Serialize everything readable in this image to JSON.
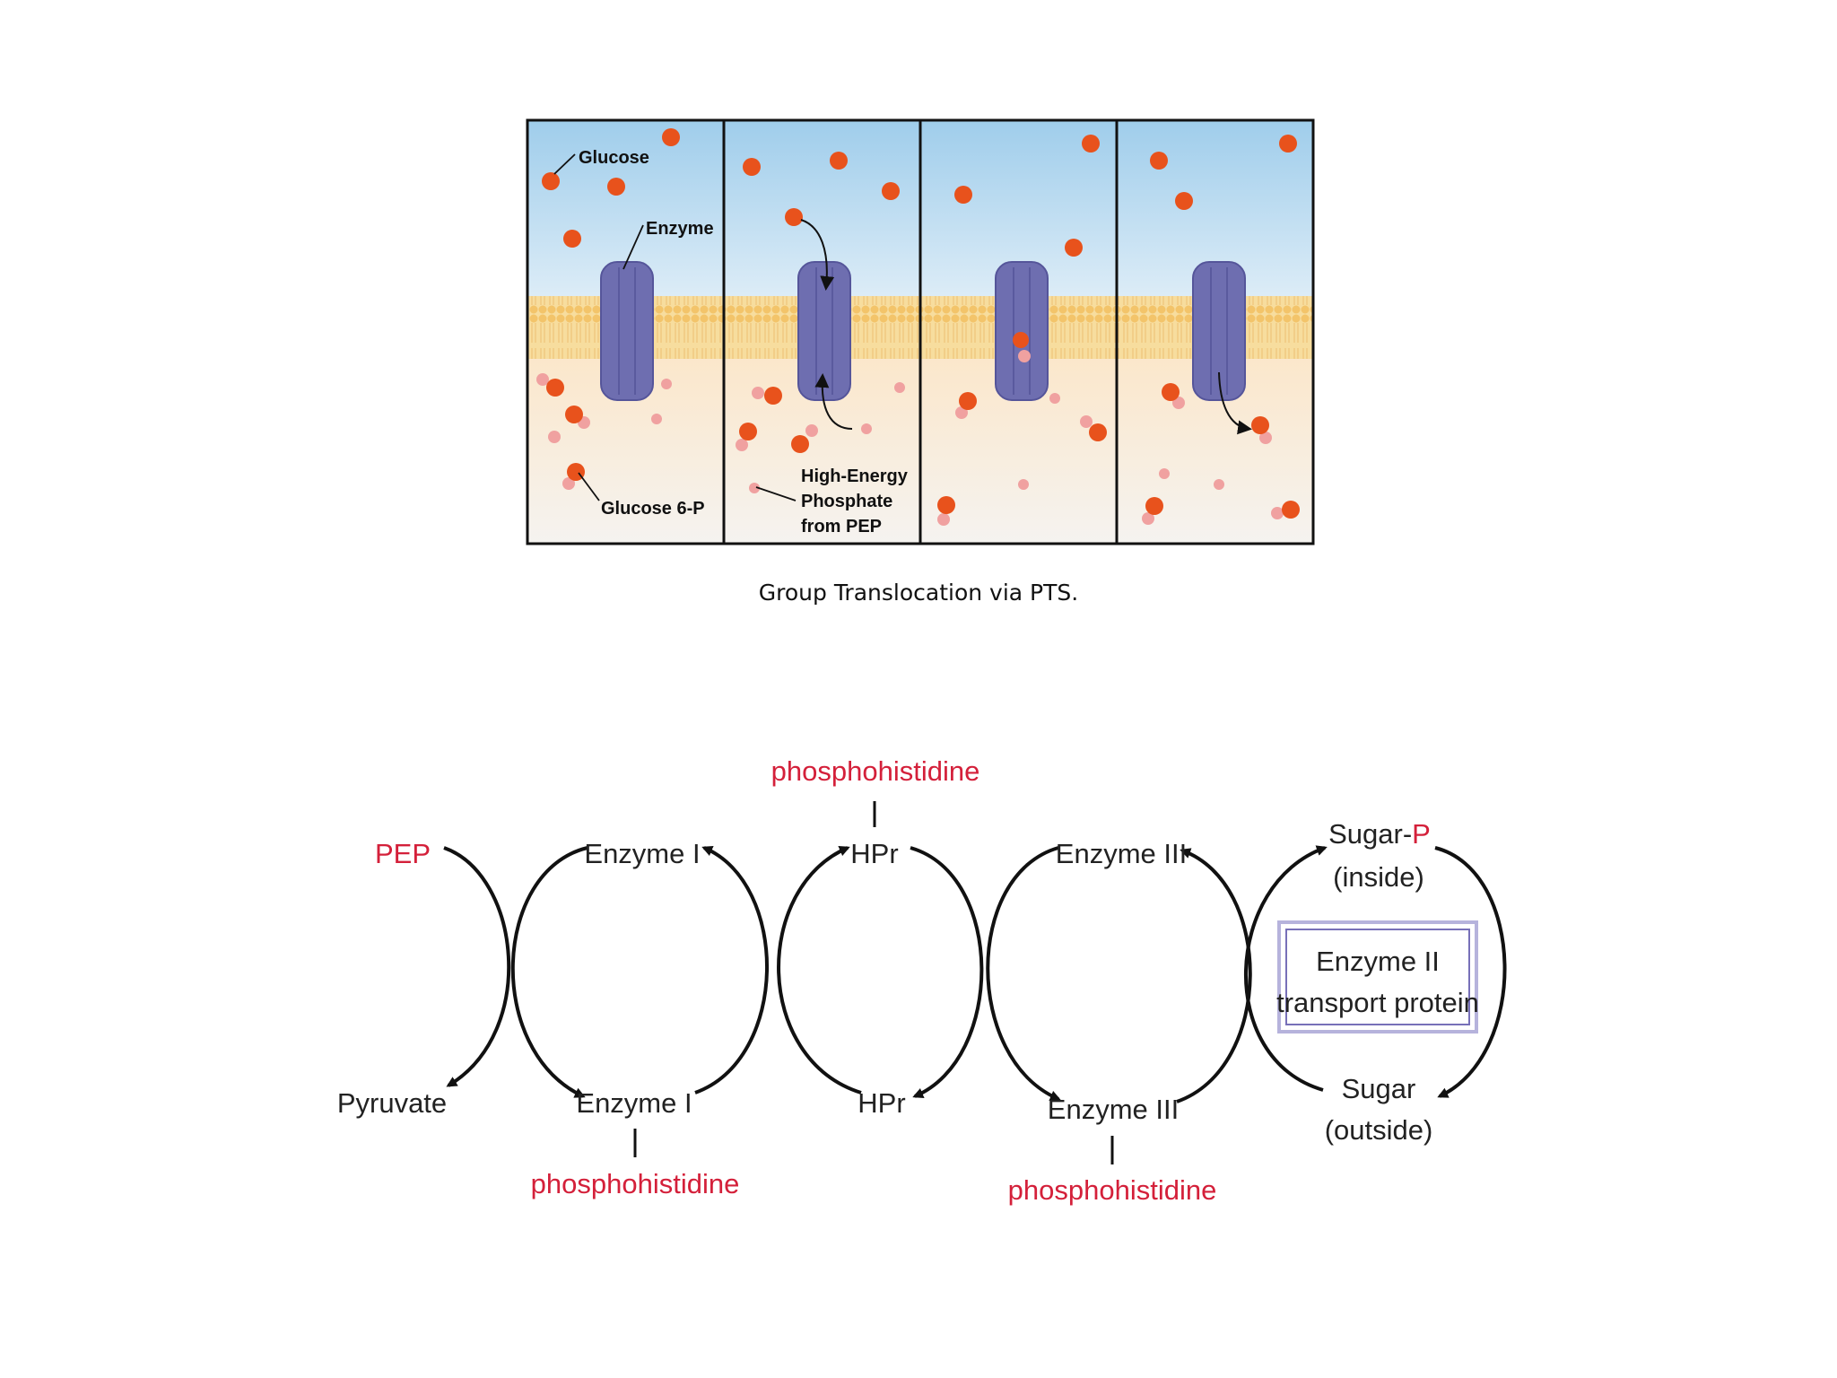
{
  "figure1": {
    "labels": {
      "glucose": "Glucose",
      "enzyme": "Enzyme",
      "glucose6p": "Glucose 6-P",
      "phosphate_line1": "High-Energy",
      "phosphate_line2": "Phosphate",
      "phosphate_line3": "from PEP"
    },
    "caption": "Group Translocation via PTS."
  },
  "figure2": {
    "pep": "PEP",
    "pyruvate": "Pyruvate",
    "enzyme_i_top": "Enzyme I",
    "enzyme_i_bottom": "Enzyme I",
    "phosphohistidine_ei": "phosphohistidine",
    "hpr_top": "HPr",
    "hpr_bottom": "HPr",
    "phosphohistidine_hpr": "phosphohistidine",
    "enzyme_iii_top": "Enzyme III",
    "enzyme_iii_bottom": "Enzyme III",
    "phosphohistidine_eiii": "phosphohistidine",
    "sugar_p_prefix": "Sugar-",
    "sugar_p_suffix": "P",
    "inside": "(inside)",
    "sugar": "Sugar",
    "outside": "(outside)",
    "enzyme_ii_line1": "Enzyme II",
    "enzyme_ii_line2": "transport protein"
  },
  "colors": {
    "extracellular": "#a9d2ee",
    "membrane": "#f6d58d",
    "cytoplasm": "#fbead0",
    "enzyme": "#6e6eb0",
    "glucose": "#e8521c",
    "phosphate": "#f0a1a0",
    "highlight_red": "#d4203a"
  }
}
